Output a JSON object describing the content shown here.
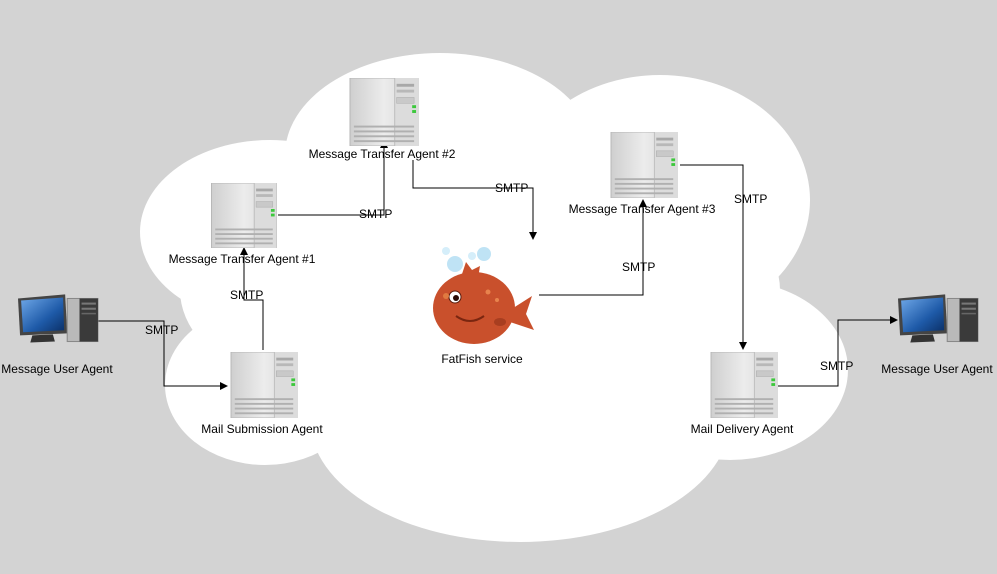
{
  "nodes": {
    "mua_left": {
      "label": "Message User Agent",
      "icon": "desktop-computer-icon"
    },
    "msa": {
      "label": "Mail Submission Agent",
      "icon": "server-tower-icon"
    },
    "mta1": {
      "label": "Message Transfer Agent #1",
      "icon": "server-tower-icon"
    },
    "mta2": {
      "label": "Message Transfer Agent #2",
      "icon": "server-tower-icon"
    },
    "fatfish": {
      "label": "FatFish service",
      "icon": "fish-icon"
    },
    "mta3": {
      "label": "Message Transfer Agent #3",
      "icon": "server-tower-icon"
    },
    "mda": {
      "label": "Mail Delivery Agent",
      "icon": "server-tower-icon"
    },
    "mua_right": {
      "label": "Message User Agent",
      "icon": "desktop-computer-icon"
    }
  },
  "edges": [
    {
      "from": "mua_left",
      "to": "msa",
      "label": "SMTP"
    },
    {
      "from": "msa",
      "to": "mta1",
      "label": "SMTP"
    },
    {
      "from": "mta1",
      "to": "mta2",
      "label": "SMTP"
    },
    {
      "from": "mta2",
      "to": "fatfish",
      "label": "SMTP"
    },
    {
      "from": "fatfish",
      "to": "mta3",
      "label": "SMTP"
    },
    {
      "from": "mta3",
      "to": "mda",
      "label": "SMTP"
    },
    {
      "from": "mda",
      "to": "mua_right",
      "label": "SMTP"
    }
  ],
  "colors": {
    "background": "#d3d3d3",
    "cloud": "#ffffff",
    "server_body": "#e6e6e6",
    "server_led": "#3cc83c",
    "fish": "#c9502c",
    "bubble": "#bfe3f5",
    "monitor_screen": "#1e5aa8"
  }
}
